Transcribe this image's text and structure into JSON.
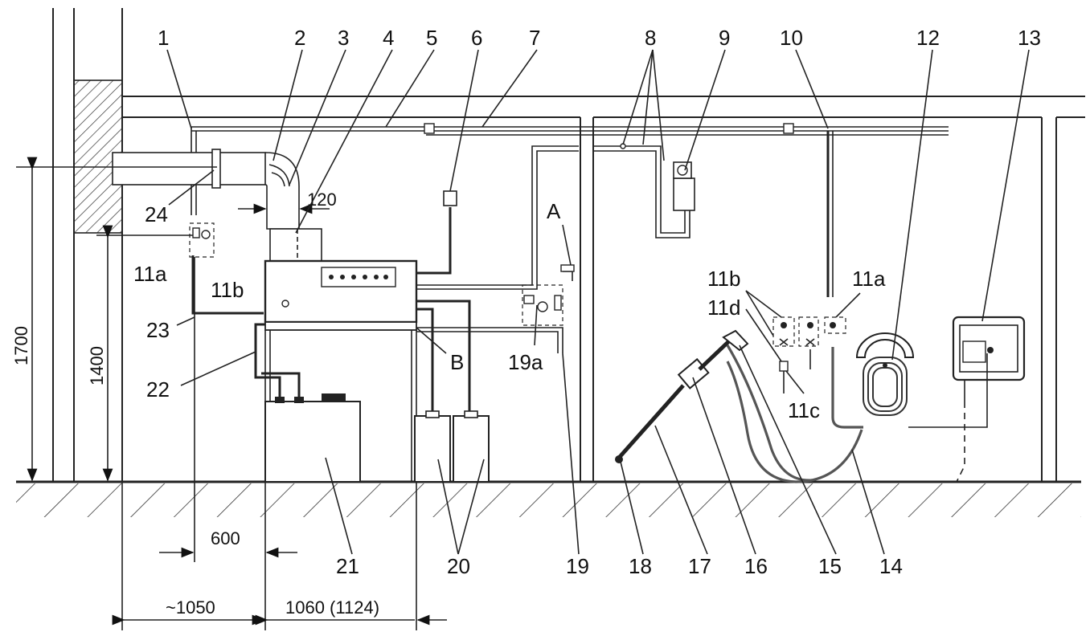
{
  "labels": {
    "l1": "1",
    "l2": "2",
    "l3": "3",
    "l4": "4",
    "l5": "5",
    "l6": "6",
    "l7": "7",
    "l8": "8",
    "l9": "9",
    "l10": "10",
    "l12": "12",
    "l13": "13",
    "l14": "14",
    "l15": "15",
    "l16": "16",
    "l17": "17",
    "l18": "18",
    "l19": "19",
    "l19a": "19a",
    "l20": "20",
    "l21": "21",
    "l22": "22",
    "l23": "23",
    "l24": "24",
    "l11a_left": "11a",
    "l11b_left": "11b",
    "l11a_right": "11a",
    "l11b_right": "11b",
    "l11c": "11c",
    "l11d": "11d",
    "pointA": "A",
    "pointB": "B"
  },
  "dimensions": {
    "d120": "120",
    "d1700": "1700",
    "d1400": "1400",
    "d600": "600",
    "d1050": "~1050",
    "d1060": "1060 (1124)"
  }
}
